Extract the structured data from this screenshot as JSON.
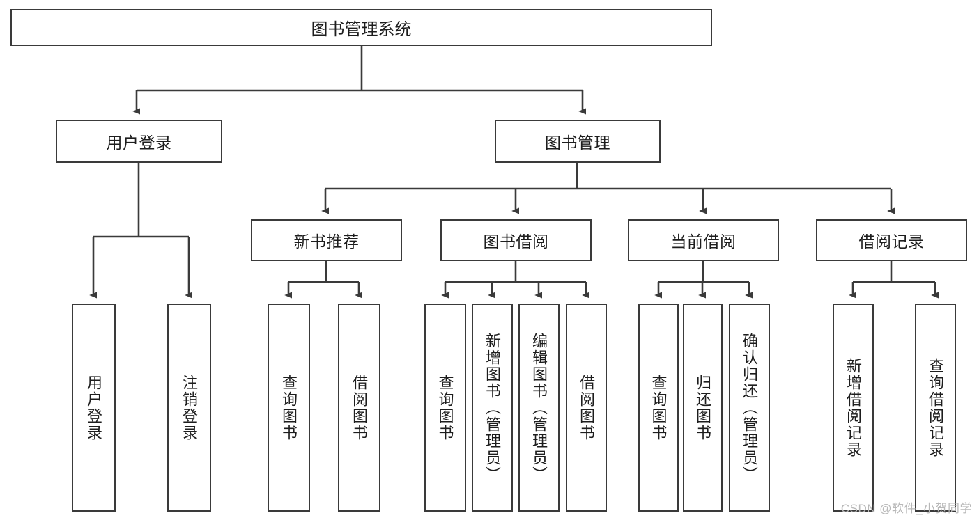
{
  "diagram": {
    "title": "图书管理系统",
    "watermark": "CSDN @软件_小贺同学",
    "colors": {
      "stroke": "#3a3a3a",
      "background": "#ffffff",
      "text": "#1d1d1d",
      "watermark": "#b8b8b8"
    },
    "levels": {
      "root": "图书管理系统",
      "level2": [
        "用户登录",
        "图书管理"
      ],
      "level3": [
        "新书推荐",
        "图书借阅",
        "当前借阅",
        "借阅记录"
      ]
    },
    "nodes": {
      "root": {
        "label": "图书管理系统"
      },
      "user_login": {
        "label": "用户登录"
      },
      "book_manage": {
        "label": "图书管理"
      },
      "new_book_rec": {
        "label": "新书推荐"
      },
      "book_borrow": {
        "label": "图书借阅"
      },
      "current_borrow": {
        "label": "当前借阅"
      },
      "borrow_record": {
        "label": "借阅记录"
      }
    },
    "leaves": {
      "user_login": [
        {
          "label": "用户登录"
        },
        {
          "label": "注销登录"
        }
      ],
      "new_book_rec": [
        {
          "label": "查询图书"
        },
        {
          "label": "借阅图书"
        }
      ],
      "book_borrow": [
        {
          "label": "查询图书"
        },
        {
          "label": "新增图书（管理员）"
        },
        {
          "label": "编辑图书（管理员）"
        },
        {
          "label": "借阅图书"
        }
      ],
      "current_borrow": [
        {
          "label": "查询图书"
        },
        {
          "label": "归还图书"
        },
        {
          "label": "确认归还（管理员）"
        }
      ],
      "borrow_record": [
        {
          "label": "新增借阅记录"
        },
        {
          "label": "查询借阅记录"
        }
      ]
    }
  }
}
